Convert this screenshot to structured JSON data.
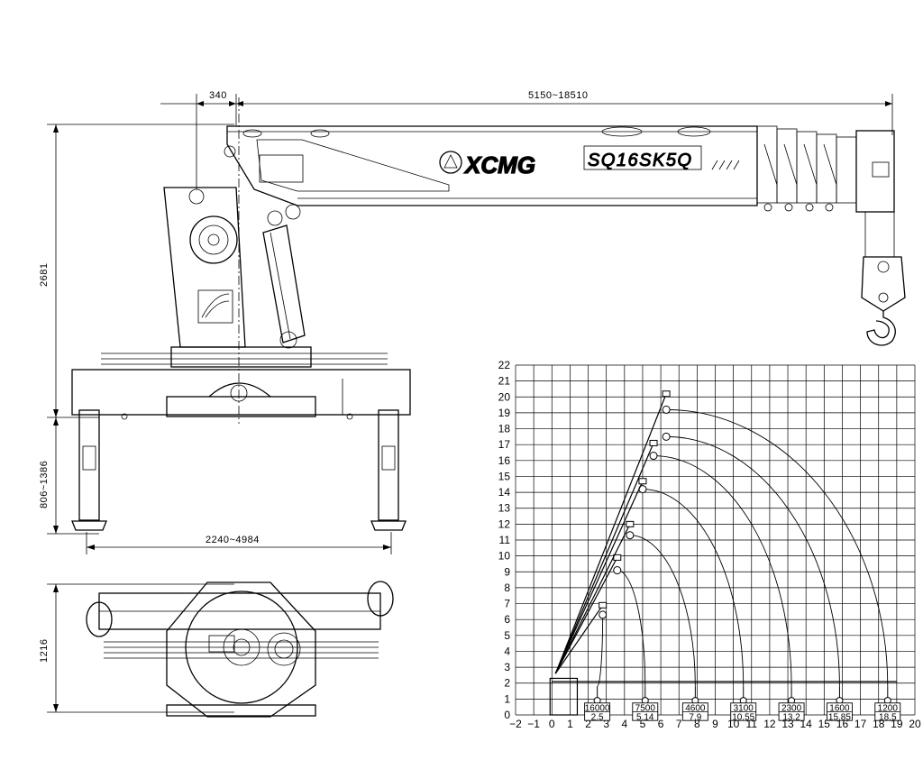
{
  "brand": {
    "logo_text": "XCMG",
    "model": "SQ16SK5Q"
  },
  "dimensions": {
    "top_offset": "340",
    "boom_length": "5150~18510",
    "height": "2681",
    "outrigger_height": "806~1386",
    "outrigger_span": "2240~4984",
    "base_depth": "1216"
  },
  "chart_data": {
    "type": "load_chart",
    "x_ticks": [
      "-2",
      "-1",
      "0",
      "1",
      "2",
      "3",
      "4",
      "5",
      "6",
      "7",
      "8",
      "9",
      "10",
      "11",
      "12",
      "13",
      "14",
      "15",
      "16",
      "17",
      "18",
      "19",
      "20"
    ],
    "y_ticks": [
      "0",
      "1",
      "2",
      "3",
      "4",
      "5",
      "6",
      "7",
      "8",
      "9",
      "10",
      "11",
      "12",
      "13",
      "14",
      "15",
      "16",
      "17",
      "18",
      "19",
      "20",
      "21",
      "22"
    ],
    "xlim": [
      -2,
      20
    ],
    "ylim": [
      0,
      22
    ],
    "grid": true,
    "load_points": [
      {
        "load": "16000",
        "radius": "2.5",
        "x": 2.5,
        "hook_height": 6.3
      },
      {
        "load": "7500",
        "radius": "5.14",
        "x": 5.14,
        "hook_height": 9.1
      },
      {
        "load": "4600",
        "radius": "7.9",
        "x": 7.9,
        "hook_height": 11.3
      },
      {
        "load": "3100",
        "radius": "10.55",
        "x": 10.55,
        "hook_height": 14.2
      },
      {
        "load": "2300",
        "radius": "13.2",
        "x": 13.2,
        "hook_height": 16.3
      },
      {
        "load": "1600",
        "radius": "15.85",
        "x": 15.85,
        "hook_height": 17.5
      },
      {
        "load": "1200",
        "radius": "18.5",
        "x": 18.5,
        "hook_height": 19.2
      }
    ],
    "boom_tips": [
      {
        "x": 2.8,
        "y": 6.9
      },
      {
        "x": 3.6,
        "y": 9.9
      },
      {
        "x": 4.3,
        "y": 12.0
      },
      {
        "x": 5.0,
        "y": 14.7
      },
      {
        "x": 5.6,
        "y": 17.1
      },
      {
        "x": 6.3,
        "y": 20.2
      }
    ]
  }
}
